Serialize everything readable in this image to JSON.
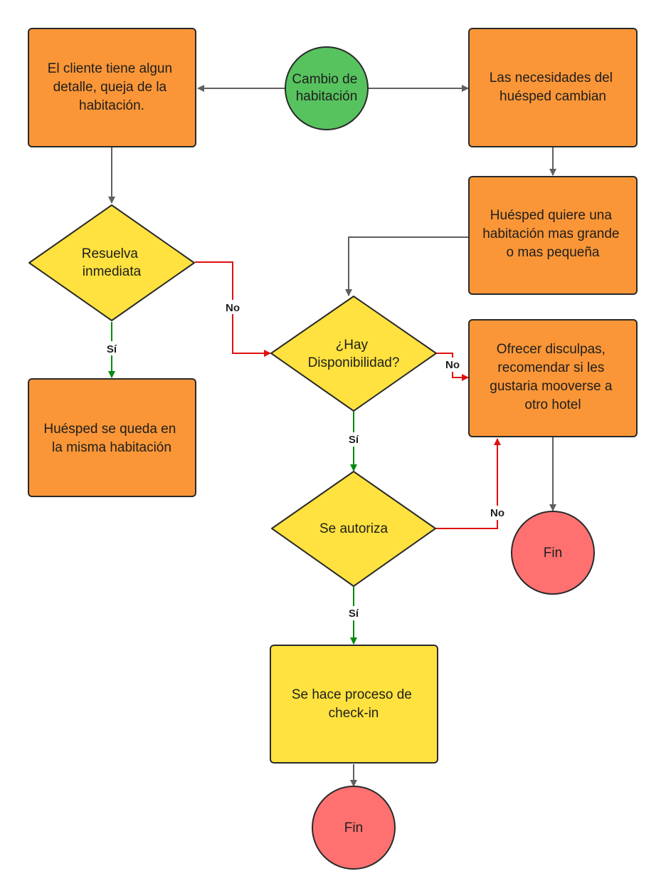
{
  "colors": {
    "process": "#fa9637",
    "decision": "#ffe23f",
    "terminal": "#ff7171",
    "start": "#57c35e",
    "stroke": "#2a2a2a",
    "line_default": "#5f5f5f",
    "line_yes": "#008a0e",
    "line_no": "#e01010"
  },
  "nodes": {
    "start": {
      "lines": [
        "Cambio de",
        "habitación"
      ]
    },
    "cliente_queja": {
      "lines": [
        "El cliente tiene algun",
        "detalle, queja de la",
        "habitación."
      ]
    },
    "necesidades": {
      "lines": [
        "Las necesidades del",
        "huésped cambian"
      ]
    },
    "quiere_habitacion": {
      "lines": [
        "Huésped quiere una",
        "habitación mas grande",
        "o mas pequeña"
      ]
    },
    "resuelva": {
      "lines": [
        "Resuelva",
        "inmediata"
      ]
    },
    "disponibilidad": {
      "lines": [
        "¿Hay",
        "Disponibilidad?"
      ]
    },
    "ofrecer_disculpas": {
      "lines": [
        "Ofrecer disculpas,",
        "recomendar si les",
        "gustaria mooverse a",
        "otro hotel"
      ]
    },
    "se_queda": {
      "lines": [
        "Huésped se queda en",
        "la misma habitación"
      ]
    },
    "se_autoriza": {
      "lines": [
        "Se autoriza"
      ]
    },
    "fin_right": {
      "lines": [
        "Fin"
      ]
    },
    "check_in": {
      "lines": [
        "Se hace proceso de",
        "check-in"
      ]
    },
    "fin_bottom": {
      "lines": [
        "Fin"
      ]
    }
  },
  "edge_labels": {
    "resuelva_no": "No",
    "resuelva_si": "Sí",
    "disponibilidad_no": "No",
    "disponibilidad_si": "Sí",
    "autoriza_no": "No",
    "autoriza_si": "Sí"
  }
}
